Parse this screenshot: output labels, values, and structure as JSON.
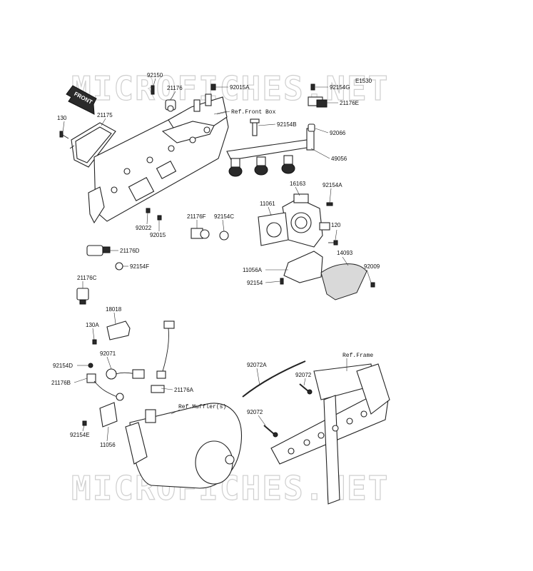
{
  "diagram_code": "E1530",
  "watermark": "MICROFICHES.NET",
  "front_arrow_label": "FRONT",
  "refs": {
    "front_box": "Ref.Front Box",
    "frame": "Ref.Frame",
    "muffler": "Ref.Muffler(s)"
  },
  "parts": {
    "p92150": "92150",
    "p21176": "21176",
    "p92015A": "92015A",
    "p130": "130",
    "p21175": "21175",
    "p92154B": "92154B",
    "p92154G": "92154G",
    "p21176E": "21176E",
    "p92066": "92066",
    "p49056": "49056",
    "p16163": "16163",
    "p92154A": "92154A",
    "p11061": "11061",
    "p120": "120",
    "p14093": "14093",
    "p11056A": "11056A",
    "p92009": "92009",
    "p92154": "92154",
    "p92022": "92022",
    "p92015": "92015",
    "p21176F": "21176F",
    "p92154C": "92154C",
    "p21176D": "21176D",
    "p92154F": "92154F",
    "p21176C": "21176C",
    "p18018": "18018",
    "p130A": "130A",
    "p92071": "92071",
    "p92154D": "92154D",
    "p21176B": "21176B",
    "p21176A": "21176A",
    "p92154E": "92154E",
    "p11056": "11056",
    "p92072A": "92072A",
    "p92072_1": "92072",
    "p92072_2": "92072"
  }
}
